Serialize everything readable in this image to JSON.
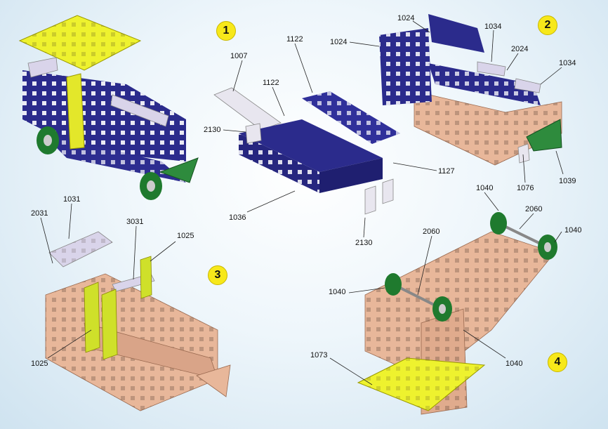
{
  "steps": [
    "1",
    "2",
    "3",
    "4"
  ],
  "labels": {
    "s1_1007": "1007",
    "s1_1122_a": "1122",
    "s1_1122_b": "1122",
    "s1_2130_a": "2130",
    "s1_1127": "1127",
    "s1_1036": "1036",
    "s1_2130_b": "2130",
    "s2_1024_a": "1024",
    "s2_1024_b": "1024",
    "s2_1034_a": "1034",
    "s2_2024": "2024",
    "s2_1034_b": "1034",
    "s2_1076": "1076",
    "s2_1039": "1039",
    "s3_1031": "1031",
    "s3_2031": "2031",
    "s3_3031": "3031",
    "s3_1025_a": "1025",
    "s3_1025_b": "1025",
    "s4_1040_a": "1040",
    "s4_2060_a": "2060",
    "s4_1040_b": "1040",
    "s4_2060_b": "2060",
    "s4_1040_c": "1040",
    "s4_1040_d": "1040",
    "s4_1073": "1073"
  },
  "colors": {
    "blue": "#2b2b8c",
    "yellow": "#eef22e",
    "copper": "#e8b79a",
    "green": "#1f7a2e",
    "lavender": "#d9d4ea",
    "step_badge": "#f7e81a"
  },
  "icons": {
    "green_wheel": "wheel",
    "part_plate": "plate"
  }
}
